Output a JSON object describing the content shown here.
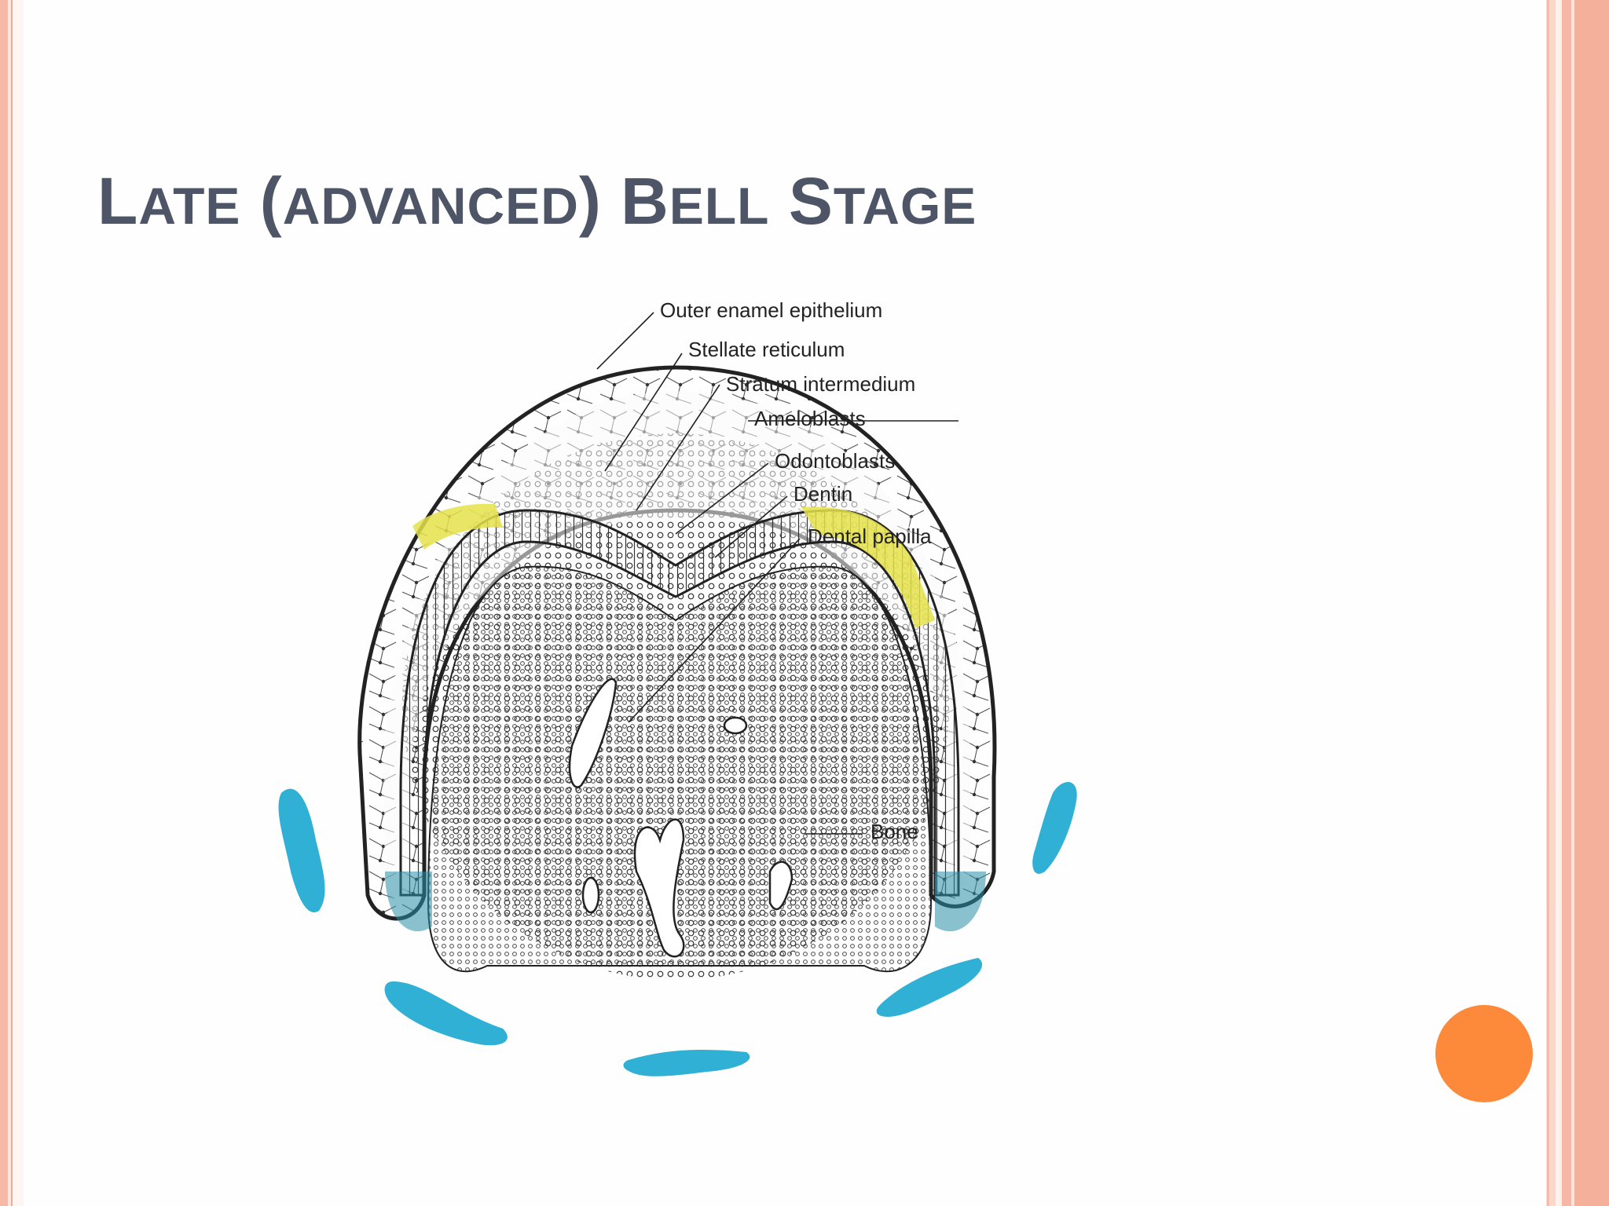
{
  "slide": {
    "title_parts": [
      "L",
      "ATE",
      " (",
      "ADVANCED",
      ") B",
      "ELL",
      " S",
      "TAGE"
    ]
  },
  "diagram": {
    "labels": {
      "outer_enamel_epithelium": "Outer enamel epithelium",
      "stellate_reticulum": "Stellate reticulum",
      "stratum_intermedium": "Stratum intermedium",
      "ameloblasts": "Ameloblasts",
      "odontoblasts": "Odontoblasts",
      "dentin": "Dentin",
      "dental_papilla": "Dental papilla",
      "bone": "Bone"
    },
    "colors": {
      "bone": "#2fb0d4",
      "dentin_highlight": "#e6e24a",
      "cervical_loop": "#2a8ea8",
      "ink": "#222222"
    }
  },
  "decor": {
    "accent_dot_color": "#fd8a3a"
  }
}
